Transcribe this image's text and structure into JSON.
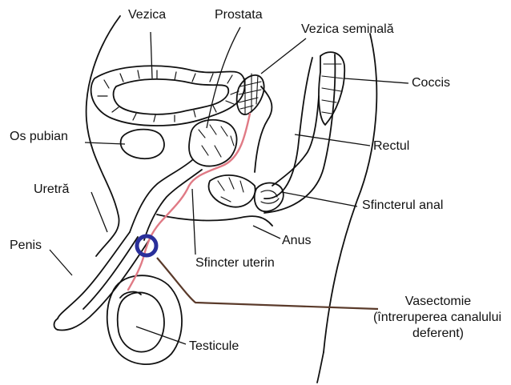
{
  "labels": {
    "vezica": "Vezica",
    "prostata": "Prostata",
    "vezica_seminala": "Vezica seminală",
    "coccis": "Coccis",
    "os_pubian": "Os pubian",
    "rectul": "Rectul",
    "uretra": "Uretră",
    "sfincterul_anal": "Sfincterul anal",
    "penis": "Penis",
    "anus": "Anus",
    "sfincter_uterin": "Sfincter uterin",
    "vasectomie_line1": "Vasectomie",
    "vasectomie_line2": "(întreruperea canalului",
    "vasectomie_line3": "deferent)",
    "testicule": "Testicule"
  },
  "colors": {
    "outline": "#111111",
    "vas_deferens": "#e07a85",
    "vasectomy_ring": "#2a2f9a",
    "vasectomy_pointer": "#5a3a2a"
  }
}
